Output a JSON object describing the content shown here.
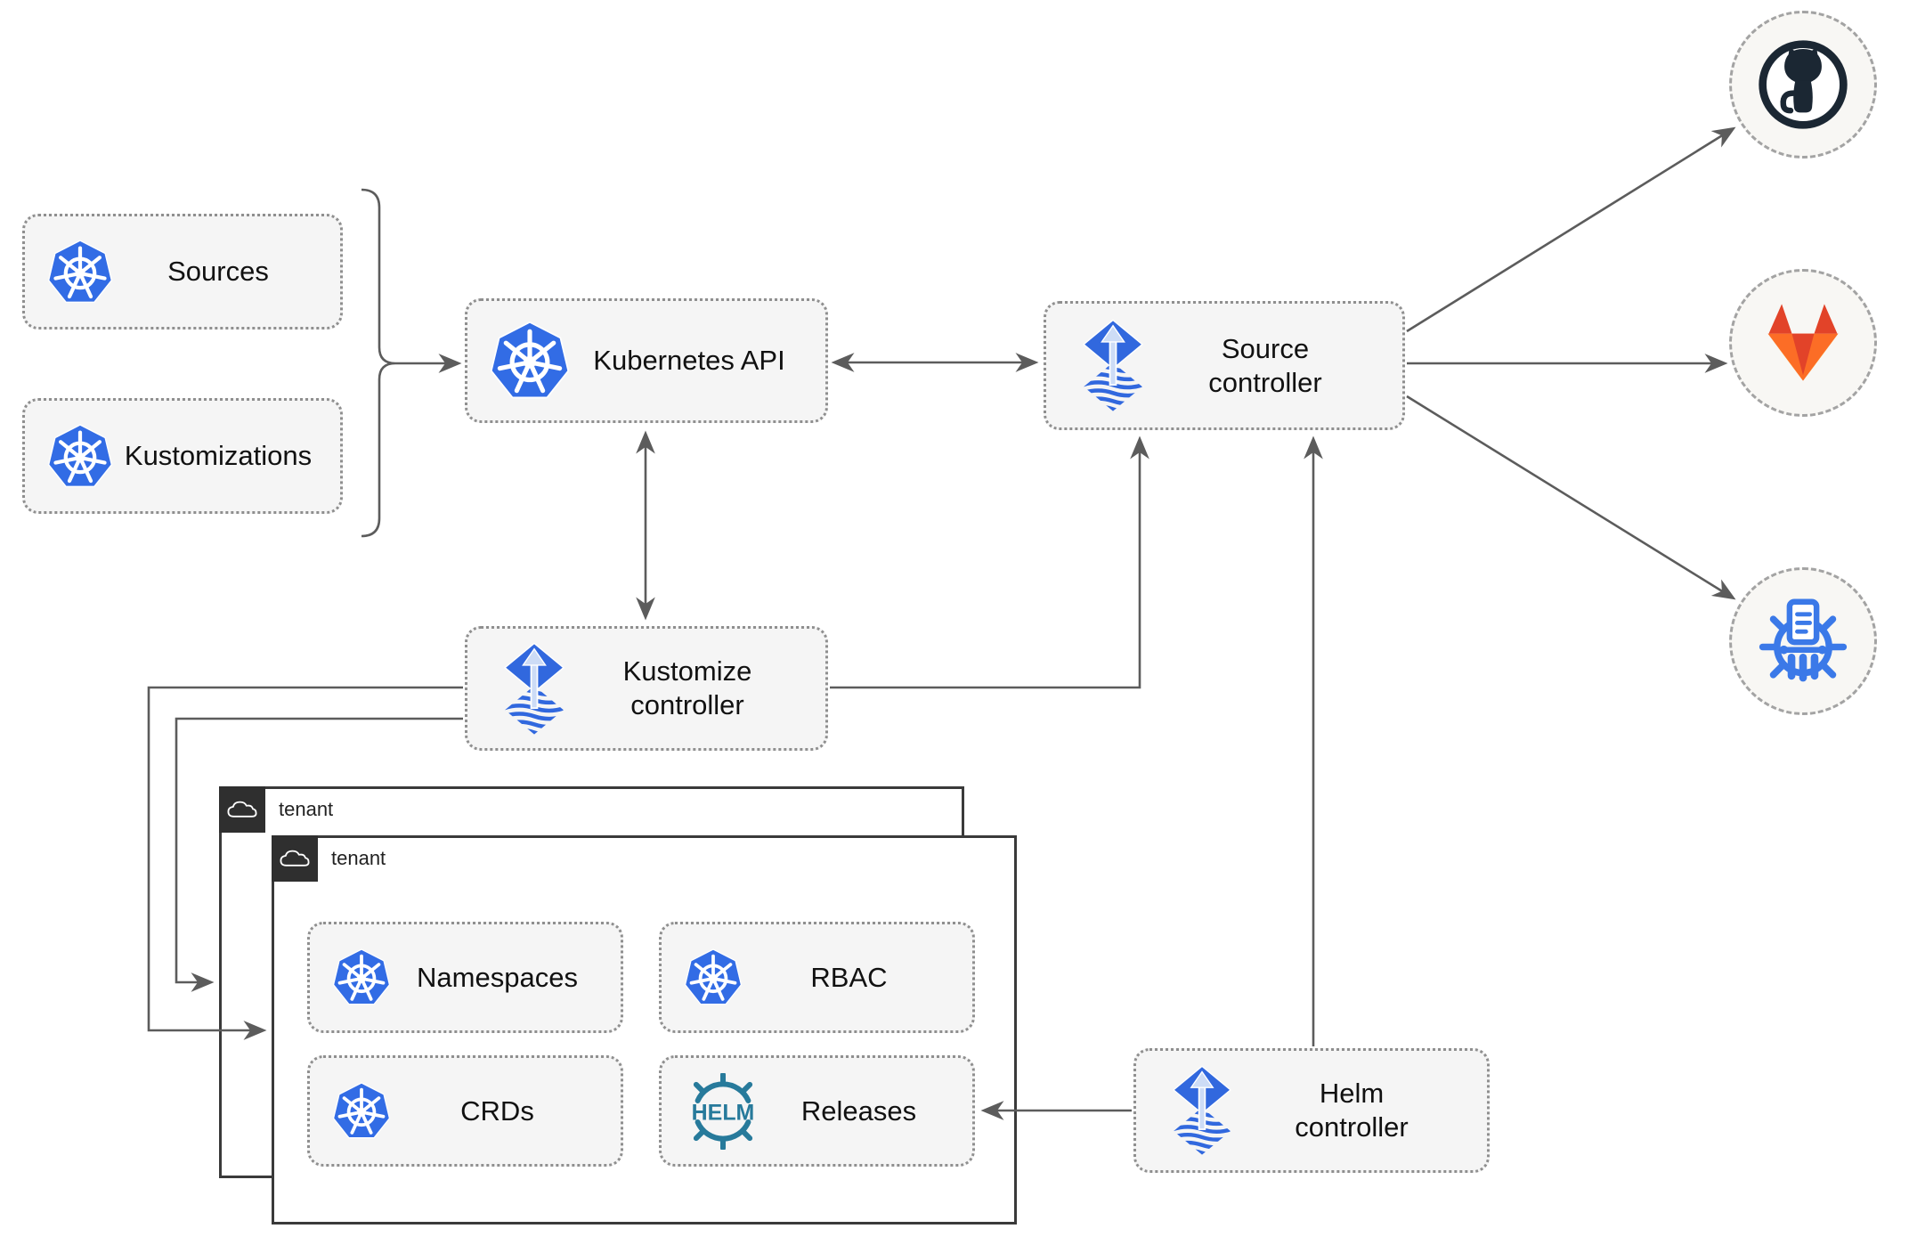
{
  "colors": {
    "node-bg": "#f5f5f5",
    "node-border": "#8f8f8f",
    "line": "#5c5c5c",
    "tenant-border": "#3a3a3a",
    "tab-bg": "#2f2f2f",
    "text": "#111111",
    "k8s-blue": "#326ce5",
    "flux-blue": "#3168de",
    "flux-arrow": "#cddcf6",
    "helm-teal": "#277a9b",
    "registry-blue": "#3b79e8",
    "github-dark": "#1b2733",
    "gitlab-red": "#e24329",
    "gitlab-orange": "#fc6d26",
    "gitlab-yellow": "#fca326",
    "circle-bg": "#f8f7f4",
    "circle-border": "#a3a3a3"
  },
  "nodes": {
    "sources": {
      "label": "Sources",
      "icon": "kubernetes-icon"
    },
    "kustomizations": {
      "label": "Kustomizations",
      "icon": "kubernetes-icon"
    },
    "kubernetes_api": {
      "label": "Kubernetes API",
      "icon": "kubernetes-icon"
    },
    "source_controller": {
      "label": "Source controller",
      "icon": "flux-icon"
    },
    "kustomize_controller": {
      "label": "Kustomize controller",
      "icon": "flux-icon"
    },
    "helm_controller": {
      "label": "Helm controller",
      "icon": "flux-icon"
    },
    "namespaces": {
      "label": "Namespaces",
      "icon": "kubernetes-icon"
    },
    "rbac": {
      "label": "RBAC",
      "icon": "kubernetes-icon"
    },
    "crds": {
      "label": "CRDs",
      "icon": "kubernetes-icon"
    },
    "releases": {
      "label": "Releases",
      "icon": "helm-icon"
    }
  },
  "helm_icon_text": "HELM",
  "containers": {
    "tenant_back": {
      "label": "tenant",
      "icon": "cloud-icon"
    },
    "tenant_front": {
      "label": "tenant",
      "icon": "cloud-icon"
    }
  },
  "endpoints": {
    "github": {
      "icon": "github-icon"
    },
    "gitlab": {
      "icon": "gitlab-icon"
    },
    "registry": {
      "icon": "kubernetes-registry-icon"
    }
  }
}
